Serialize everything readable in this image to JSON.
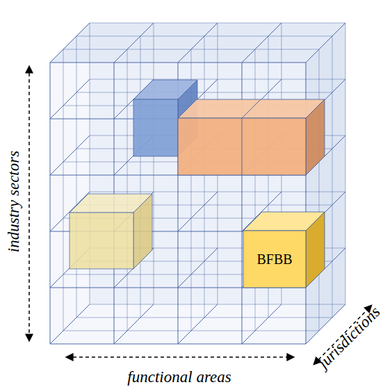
{
  "diagram": {
    "nodes": [
      {
        "text": [
          "BFBB"
        ]
      }
    ],
    "labels": [
      "industry sectors",
      "functional areas",
      "jurisdictions"
    ]
  }
}
